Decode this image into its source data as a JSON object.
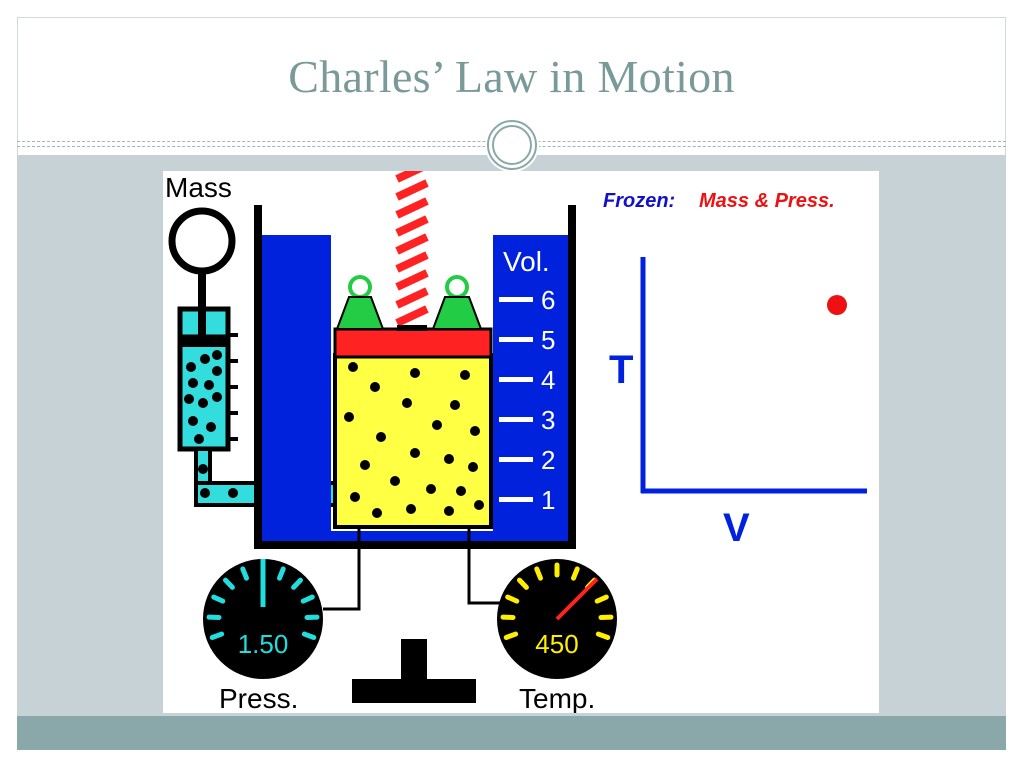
{
  "slide": {
    "title": "Charles’ Law in Motion"
  },
  "animation": {
    "mass_label": "Mass",
    "volume_label": "Vol.",
    "volume_ticks": [
      "6",
      "5",
      "4",
      "3",
      "2",
      "1"
    ],
    "frozen_label": "Frozen:",
    "frozen_value": "Mass & Press.",
    "graph": {
      "y_axis_label": "T",
      "x_axis_label": "V",
      "point_color": "#ee1111"
    },
    "pressure_gauge": {
      "reading": "1.50",
      "label": "Press."
    },
    "temperature_gauge": {
      "reading": "450",
      "label": "Temp."
    }
  },
  "colors": {
    "title": "#7a9a99",
    "band": "#c6d2d6",
    "footer": "#8aa8a9",
    "water": "#0022dd",
    "gas": "#ffff44",
    "piston": "#ff2222",
    "weights": "#22cc44",
    "pressure_ink": "#22dddd",
    "temperature_ink": "#ffee00"
  }
}
